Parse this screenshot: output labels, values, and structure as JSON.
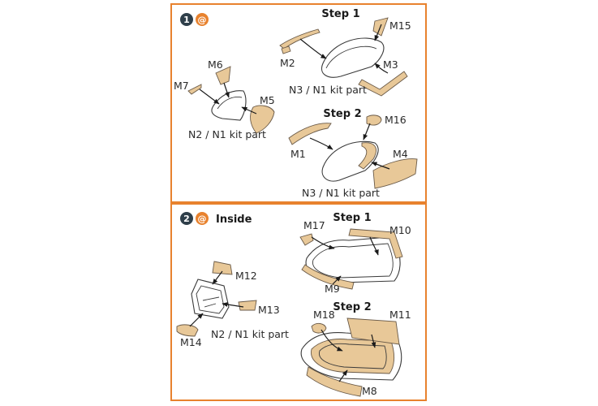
{
  "colors": {
    "frame": "#e8822e",
    "badge_dark": "#2f3f4a",
    "badge_accent": "#e8822e",
    "mask_part": "#e8c898"
  },
  "section1": {
    "number": "1",
    "step1_title": "Step 1",
    "step2_title": "Step 2",
    "labels": {
      "m2": "M2",
      "m3": "M3",
      "m15": "M15",
      "n3_step1": "N3 / N1 kit part",
      "m6": "M6",
      "m7": "M7",
      "m5": "M5",
      "n2": "N2 / N1 kit part",
      "m1": "M1",
      "m4": "M4",
      "m16": "M16",
      "n3_step2": "N3 / N1 kit part"
    }
  },
  "section2": {
    "number": "2",
    "heading": "Inside",
    "step1_title": "Step 1",
    "step2_title": "Step 2",
    "labels": {
      "m17": "M17",
      "m10": "M10",
      "m9": "M9",
      "m12": "M12",
      "m13": "M13",
      "m14": "M14",
      "n2": "N2 / N1 kit part",
      "m18": "M18",
      "m11": "M11",
      "m8": "M8"
    }
  }
}
